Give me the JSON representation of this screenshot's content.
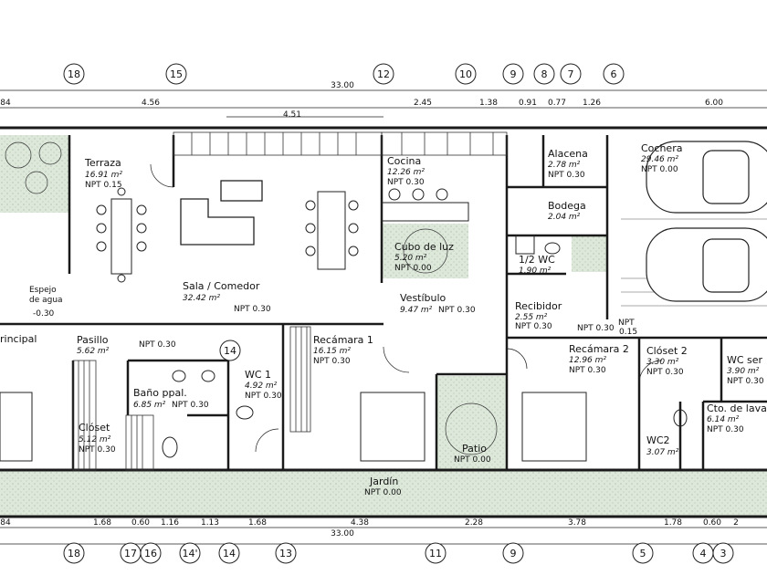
{
  "top_dims": [
    "84",
    "4.56",
    "2.45",
    "1.38",
    "0.91",
    "0.77",
    "1.26",
    "6.00"
  ],
  "top_total": "33.00",
  "top_sub": "4.51",
  "bottom_dims": [
    "84",
    "1.68",
    "0.60",
    "1.16",
    "1.13",
    "1.68",
    "4.38",
    "2.28",
    "3.78",
    "1.78",
    "0.60",
    "2"
  ],
  "bottom_total": "33.00",
  "top_axes": [
    "18",
    "15",
    "12",
    "10",
    "9",
    "8",
    "7",
    "6"
  ],
  "bottom_axes": [
    "18",
    "17",
    "16",
    "14'",
    "14",
    "13",
    "11",
    "9",
    "5",
    "4",
    "3"
  ],
  "mid_axis": "14",
  "rooms": {
    "terraza": {
      "name": "Terraza",
      "area": "16.91 m²",
      "npt": "NPT 0.15"
    },
    "espejo": {
      "name1": "Espejo",
      "name2": "de agua",
      "npt": "-0.30"
    },
    "cocina": {
      "name": "Cocina",
      "area": "12.26 m²",
      "npt": "NPT 0.30"
    },
    "alacena": {
      "name": "Alacena",
      "area": "2.78 m²",
      "npt": "NPT 0.30"
    },
    "bodega": {
      "name": "Bodega",
      "area": "2.04 m²"
    },
    "cochera": {
      "name": "Cochera",
      "area": "29.46 m²",
      "npt": "NPT 0.00"
    },
    "cubo": {
      "name": "Cubo de luz",
      "area": "5.20 m²",
      "npt": "NPT 0.00"
    },
    "medio_wc": {
      "name": "1/2 WC",
      "area": "1.90 m²"
    },
    "sala": {
      "name": "Sala / Comedor",
      "area": "32.42 m²",
      "npt": "NPT 0.30"
    },
    "vestibulo": {
      "name": "Vestíbulo",
      "area": "9.47 m²",
      "npt": "NPT 0.30"
    },
    "recibidor": {
      "name": "Recibidor",
      "area": "2.55 m²",
      "npt": "NPT 0.30",
      "npt2": "NPT 0.30",
      "npt3": "NPT",
      "npt3b": "0.15"
    },
    "principal": {
      "name": "rincipal"
    },
    "pasillo": {
      "name": "Pasillo",
      "area": "5.62 m²",
      "npt": "NPT 0.30"
    },
    "recamara1": {
      "name": "Recámara 1",
      "area": "16.15 m²",
      "npt": "NPT 0.30"
    },
    "recamara2": {
      "name": "Recámara 2",
      "area": "12.96 m²",
      "npt": "NPT 0.30"
    },
    "closet2": {
      "name": "Clóset 2",
      "area": "3.30 m²",
      "npt": "NPT 0.30"
    },
    "wc_serv": {
      "name": "WC ser",
      "area": "3.90 m²",
      "npt": "NPT 0.30"
    },
    "wc1": {
      "name": "WC 1",
      "area": "4.92 m²",
      "npt": "NPT 0.30"
    },
    "bano": {
      "name": "Baño ppal.",
      "area": "6.85 m²",
      "npt": "NPT 0.30"
    },
    "closet": {
      "name": "Clóset",
      "area": "5.12 m²",
      "npt": "NPT 0.30"
    },
    "patio": {
      "name": "Patio",
      "npt": "NPT 0.00"
    },
    "cto_lavado": {
      "name": "Cto. de lava",
      "area": "6.14 m²",
      "npt": "NPT 0.30"
    },
    "wc2": {
      "name": "WC2",
      "area": "3.07 m²"
    },
    "jardin": {
      "name": "Jardín",
      "npt": "NPT 0.00"
    }
  },
  "colors": {
    "line": "#1a1a1a",
    "garden": "#d9e6d6",
    "wall": "#3a3a3a"
  }
}
